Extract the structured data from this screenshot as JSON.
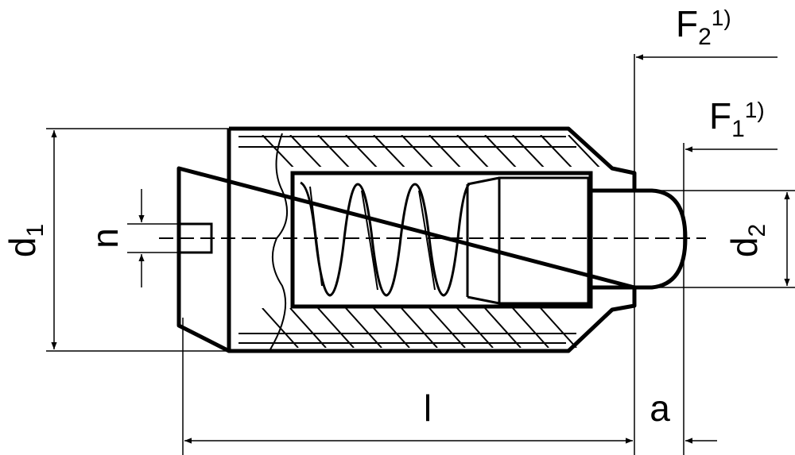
{
  "labels": {
    "d1": {
      "main": "d",
      "sub": "1"
    },
    "d2": {
      "main": "d",
      "sub": "2"
    },
    "n": "n",
    "l": "l",
    "a": "a",
    "f1": {
      "main": "F",
      "sub": "1",
      "sup": "1)"
    },
    "f2": {
      "main": "F",
      "sub": "2",
      "sup": "1)"
    }
  },
  "colors": {
    "line": "#000000",
    "background": "#ffffff"
  }
}
